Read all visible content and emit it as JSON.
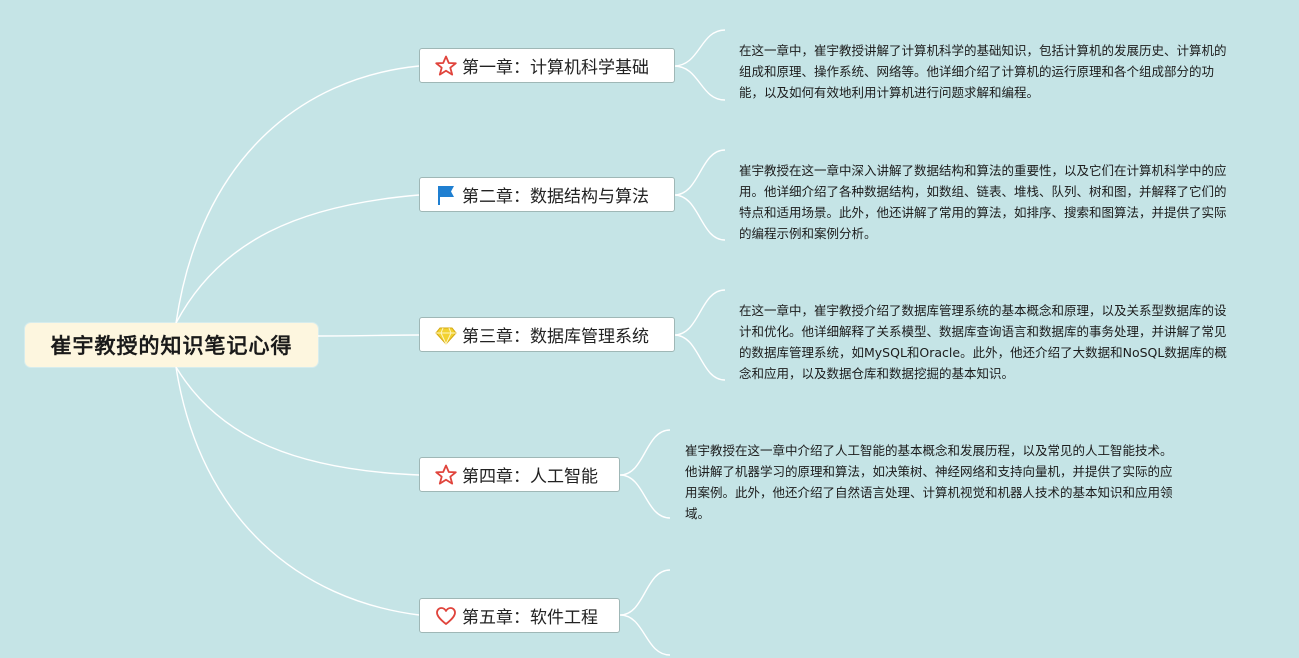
{
  "central_topic": "崔宇教授的知识笔记心得",
  "chapters": [
    {
      "title": "第一章：计算机科学基础",
      "icon": "star-outline-icon",
      "description": "在这一章中，崔宇教授讲解了计算机科学的基础知识，包括计算机的发展历史、计算机的组成和原理、操作系统、网络等。他详细介绍了计算机的运行原理和各个组成部分的功能，以及如何有效地利用计算机进行问题求解和编程。"
    },
    {
      "title": "第二章：数据结构与算法",
      "icon": "blue-flag-icon",
      "description": "崔宇教授在这一章中深入讲解了数据结构和算法的重要性，以及它们在计算机科学中的应用。他详细介绍了各种数据结构，如数组、链表、堆栈、队列、树和图，并解释了它们的特点和适用场景。此外，他还讲解了常用的算法，如排序、搜索和图算法，并提供了实际的编程示例和案例分析。"
    },
    {
      "title": "第三章：数据库管理系统",
      "icon": "diamond-icon",
      "description": "在这一章中，崔宇教授介绍了数据库管理系统的基本概念和原理，以及关系型数据库的设计和优化。他详细解释了关系模型、数据库查询语言和数据库的事务处理，并讲解了常见的数据库管理系统，如MySQL和Oracle。此外，他还介绍了大数据和NoSQL数据库的概念和应用，以及数据仓库和数据挖掘的基本知识。"
    },
    {
      "title": "第四章：人工智能",
      "icon": "star-outline-icon",
      "description": "崔宇教授在这一章中介绍了人工智能的基本概念和发展历程，以及常见的人工智能技术。他讲解了机器学习的原理和算法，如决策树、神经网络和支持向量机，并提供了实际的应用案例。此外，他还介绍了自然语言处理、计算机视觉和机器人技术的基本知识和应用领域。"
    },
    {
      "title": "第五章：软件工程",
      "icon": "heart-outline-icon",
      "description": ""
    }
  ],
  "colors": {
    "background": "#c5e4e6",
    "central_fill": "#fdf6df",
    "connector": "#ffffff",
    "star_icon": "#e0443c",
    "flag_icon": "#1f7fd1",
    "diamond_icon": "#f2d230",
    "heart_icon": "#e0443c"
  }
}
